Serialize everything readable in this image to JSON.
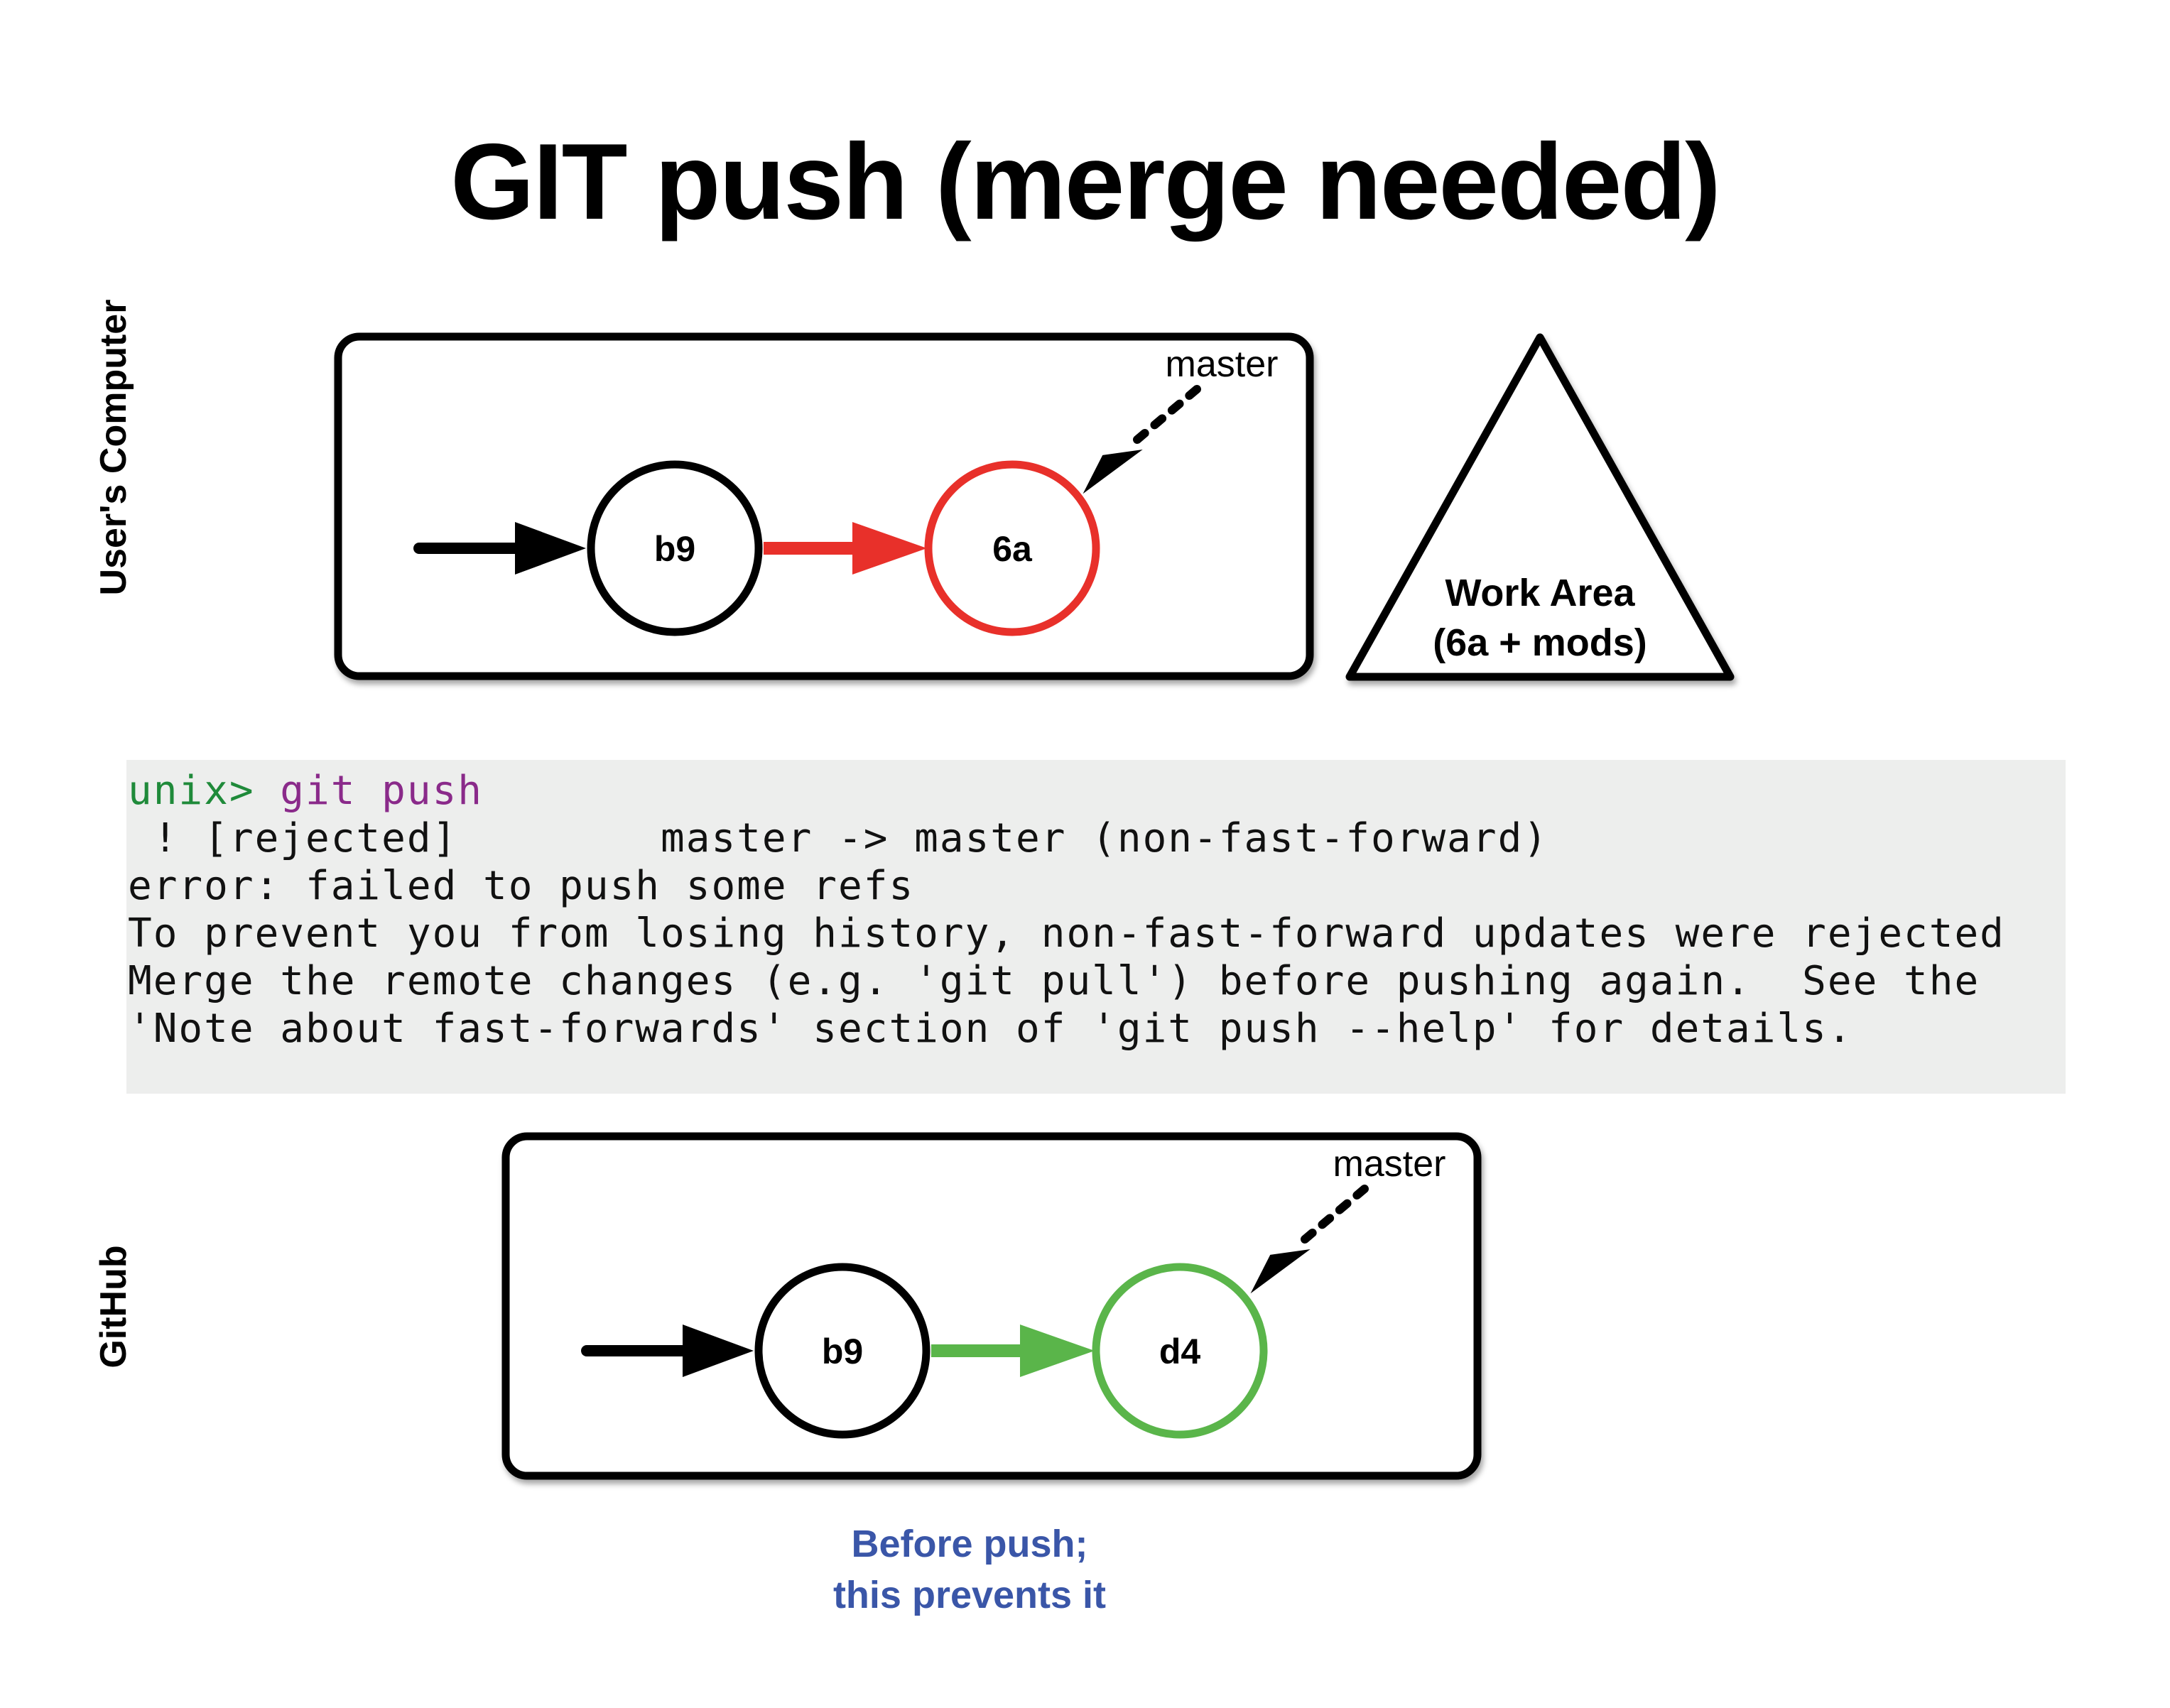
{
  "title": "GIT push (merge needed)",
  "side_labels": {
    "users_computer": "User's Computer",
    "github": "GitHub"
  },
  "local_repo": {
    "commits": [
      {
        "id": "b9",
        "color": "#000000"
      },
      {
        "id": "6a",
        "color": "#e8302a"
      }
    ],
    "edge_color": "#e8302a",
    "branch": "master"
  },
  "work_area": {
    "line1": "Work Area",
    "line2": "(6a + mods)"
  },
  "terminal": {
    "prompt": "unix>",
    "command": " git push",
    "lines": [
      " ! [rejected]        master -> master (non-fast-forward)",
      "error: failed to push some refs",
      "To prevent you from losing history, non-fast-forward updates were rejected",
      "Merge the remote changes (e.g. 'git pull') before pushing again.  See the",
      "'Note about fast-forwards' section of 'git push --help' for details."
    ]
  },
  "remote_repo": {
    "commits": [
      {
        "id": "b9",
        "color": "#000000"
      },
      {
        "id": "d4",
        "color": "#5ab54a"
      }
    ],
    "edge_color": "#5ab54a",
    "branch": "master"
  },
  "caption": {
    "line1": "Before push;",
    "line2": "this prevents it"
  },
  "colors": {
    "red": "#e8302a",
    "green": "#5ab54a",
    "caption_blue": "#3a56a8",
    "terminal_bg": "#edeeed"
  }
}
